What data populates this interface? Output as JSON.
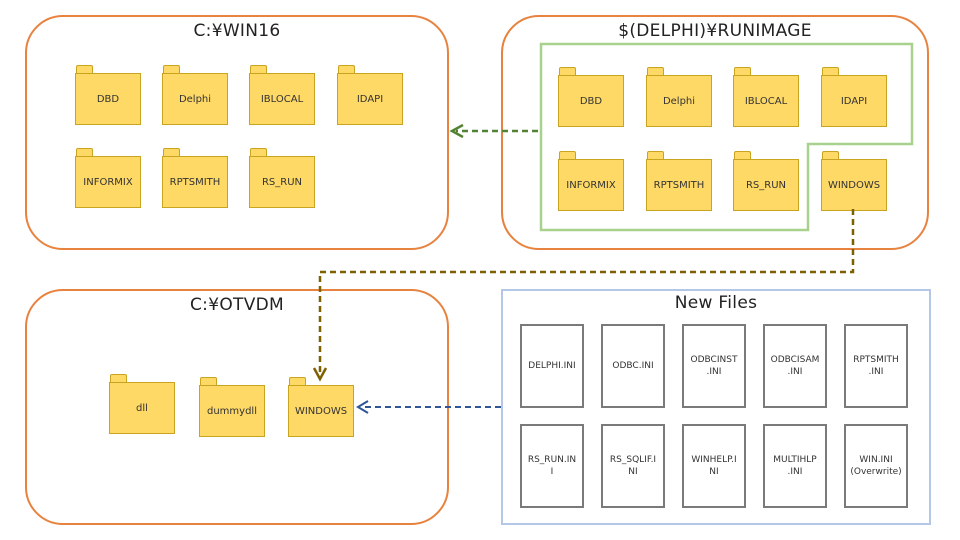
{
  "colors": {
    "group_border": "#e8823f",
    "folder_fill": "#ffd966",
    "folder_stroke": "#c9a420",
    "runimage_inner_border": "#a9d18e",
    "new_files_border": "#b4c7e7",
    "file_border": "#7a7a7a",
    "arrow_green": "#548235",
    "arrow_brown": "#7f6000",
    "arrow_blue": "#2f5597"
  },
  "win16": {
    "title": "C:¥WIN16",
    "folders": [
      "DBD",
      "Delphi",
      "IBLOCAL",
      "IDAPI",
      "INFORMIX",
      "RPTSMITH",
      "RS_RUN"
    ]
  },
  "runimage": {
    "title": "$(DELPHI)¥RUNIMAGE",
    "folders": [
      "DBD",
      "Delphi",
      "IBLOCAL",
      "IDAPI",
      "INFORMIX",
      "RPTSMITH",
      "RS_RUN",
      "WINDOWS"
    ]
  },
  "otvdm": {
    "title": "C:¥OTVDM",
    "folders": [
      "dll",
      "dummydll",
      "WINDOWS"
    ]
  },
  "new_files": {
    "title": "New Files",
    "files": [
      "DELPHI.INI",
      "ODBC.INI",
      "ODBCINST\n.INI",
      "ODBCISAM\n.INI",
      "RPTSMITH\n.INI",
      "RS_RUN.IN\nI",
      "RS_SQLIF.I\nNI",
      "WINHELP.I\nNI",
      "MULTIHLP\n.INI",
      "WIN.INI\n(Overwrite)"
    ]
  }
}
